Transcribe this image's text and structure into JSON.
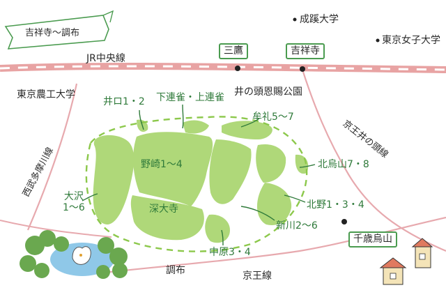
{
  "map": {
    "title_banner": "吉祥寺～調布",
    "rail": {
      "jr_chuo": "JR中央線",
      "keio_inokashira": "京王井の頭線",
      "keio": "京王線",
      "seibu_tamagawa": "西武多摩川線"
    },
    "stations": {
      "mitaka": "三鷹",
      "kichijoji": "吉祥寺",
      "chitose_karasuyama": "千歳烏山"
    },
    "places": {
      "seikei": "成蹊大学",
      "tokyo_joshi": "東京女子大学",
      "tokyo_noko": "東京農工大学",
      "inokashira_park": "井の頭恩賜公園",
      "chofu": "調布"
    },
    "districts": {
      "inokuchi": "井ロ1・2",
      "shimorenjaku": "下連雀・上連雀",
      "mure": "牟礼5～7",
      "nozaki": "野崎1～4",
      "kitakarasuyama": "北烏山7・8",
      "osawa": "大沢\n1～6",
      "jindaiji": "深大寺",
      "kitano": "北野1・3・4",
      "shinkawa": "新川2～6",
      "nakahara": "中原3・4"
    }
  },
  "colors": {
    "rail_pink": "#e8a3a3",
    "road_pink": "#e7a9ae",
    "district_green": "#a7d46b",
    "boundary_green": "#8cc84b",
    "label_green": "#2f7a3a",
    "station_border": "#4a9b4f"
  }
}
